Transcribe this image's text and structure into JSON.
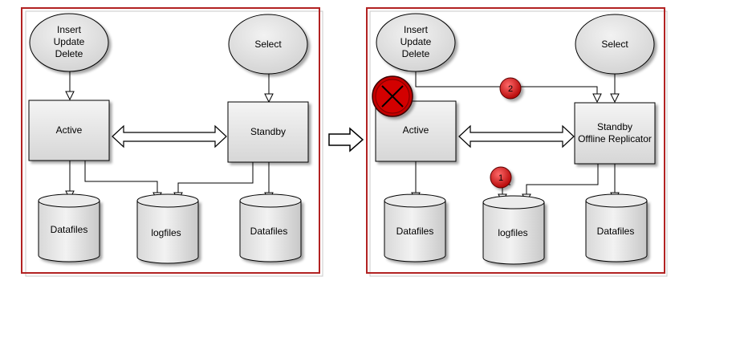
{
  "left_panel": {
    "dml_ellipse": {
      "lines": [
        "Insert",
        "Update",
        "Delete"
      ]
    },
    "select_ellipse": {
      "lines": [
        "Select"
      ]
    },
    "active_box": {
      "lines": [
        "Active"
      ]
    },
    "standby_box": {
      "lines": [
        "Standby"
      ]
    },
    "datafiles_left": {
      "lines": [
        "Datafiles"
      ]
    },
    "logfiles": {
      "lines": [
        "logfiles"
      ]
    },
    "datafiles_right": {
      "lines": [
        "Datafiles"
      ]
    }
  },
  "right_panel": {
    "dml_ellipse": {
      "lines": [
        "Insert",
        "Update",
        "Delete"
      ]
    },
    "select_ellipse": {
      "lines": [
        "Select"
      ]
    },
    "active_box": {
      "lines": [
        "Active"
      ]
    },
    "standby_box": {
      "lines": [
        "Standby",
        "Offline Replicator"
      ]
    },
    "datafiles_left": {
      "lines": [
        "Datafiles"
      ]
    },
    "logfiles": {
      "lines": [
        "logfiles"
      ]
    },
    "datafiles_right": {
      "lines": [
        "Datafiles"
      ]
    },
    "badges": [
      "1",
      "2"
    ]
  },
  "colors": {
    "panel_border": "#b22222",
    "shape_fill": "#e6e6e6",
    "badge_red": "#d40000",
    "fail_red": "#c40000"
  }
}
